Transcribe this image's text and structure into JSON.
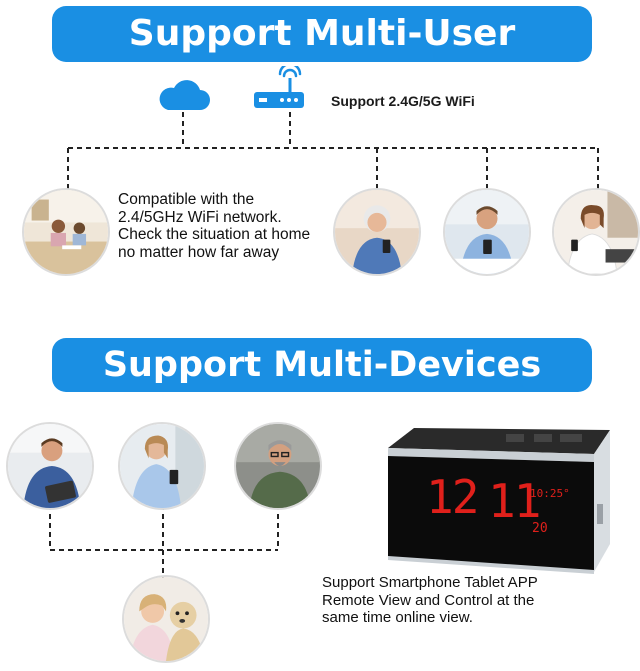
{
  "banners": {
    "top": "Support Multi-User",
    "middle": "Support Multi-Devices"
  },
  "network": {
    "wifi_label": "Support 2.4G/5G WiFi",
    "cloud_icon": "cloud-icon",
    "router_icon": "router-icon"
  },
  "descriptions": {
    "compatibility": "Compatible with the 2.4/5GHz WiFi network. Check the situation at home no matter how far away",
    "remote_view": "Support Smartphone Tablet APP Remote View and Control at the same time online view."
  },
  "clock_display": {
    "hours": "12",
    "minutes": "11",
    "time_small": "10:25°",
    "temp_small": "20"
  },
  "colors": {
    "banner": "#1a8fe3",
    "icon_blue": "#1a8fe3",
    "clock_digits": "#e0201b"
  }
}
